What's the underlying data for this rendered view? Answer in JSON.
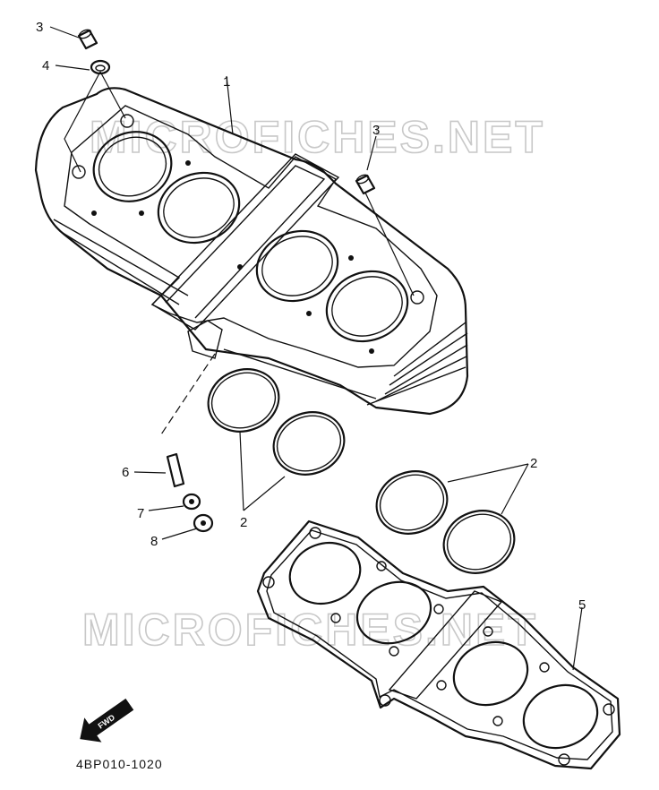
{
  "watermark": "MICROFICHES.NET",
  "diagram_code": "4BP010-1020",
  "fwd_label": "FWD",
  "callouts": {
    "c1": "1",
    "c2a": "2",
    "c2b": "2",
    "c3a": "3",
    "c3b": "3",
    "c4": "4",
    "c5": "5",
    "c6": "6",
    "c7": "7",
    "c8": "8"
  }
}
